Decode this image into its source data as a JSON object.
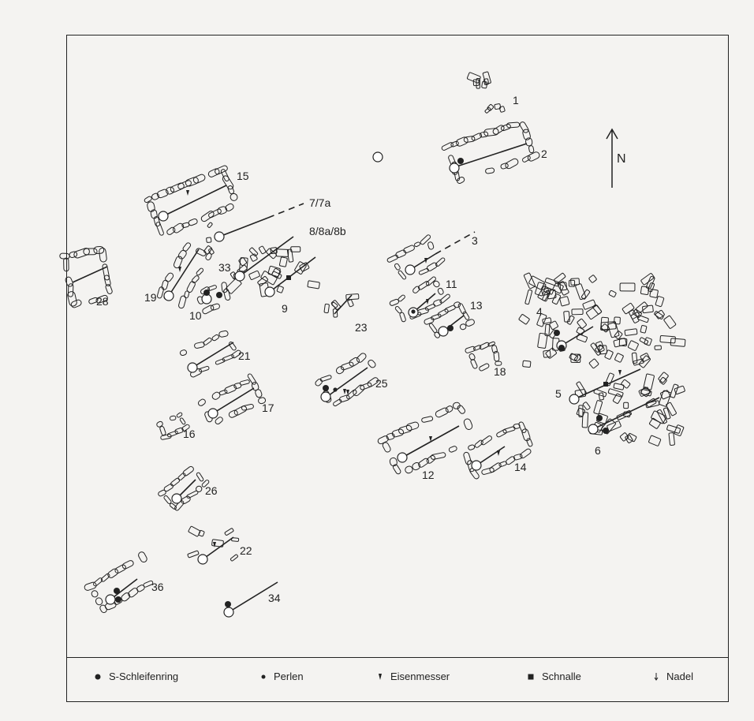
{
  "map": {
    "north_label": "N",
    "graves": [
      "1",
      "2",
      "3",
      "4",
      "5",
      "6",
      "7/7a",
      "8/8a/8b",
      "9",
      "10",
      "11",
      "12",
      "13",
      "14",
      "15",
      "16",
      "17",
      "18",
      "19",
      "21",
      "22",
      "23",
      "25",
      "26",
      "28",
      "33",
      "34",
      "36"
    ]
  },
  "legend": {
    "items": [
      {
        "icon": "filled-circle-icon",
        "label": "S-Schleifenring"
      },
      {
        "icon": "small-dot-icon",
        "label": "Perlen"
      },
      {
        "icon": "knife-icon",
        "label": "Eisenmesser"
      },
      {
        "icon": "square-icon",
        "label": "Schnalle"
      },
      {
        "icon": "pin-icon",
        "label": "Nadel"
      }
    ]
  },
  "colors": {
    "ink": "#222222",
    "paper": "#f4f3f1"
  }
}
